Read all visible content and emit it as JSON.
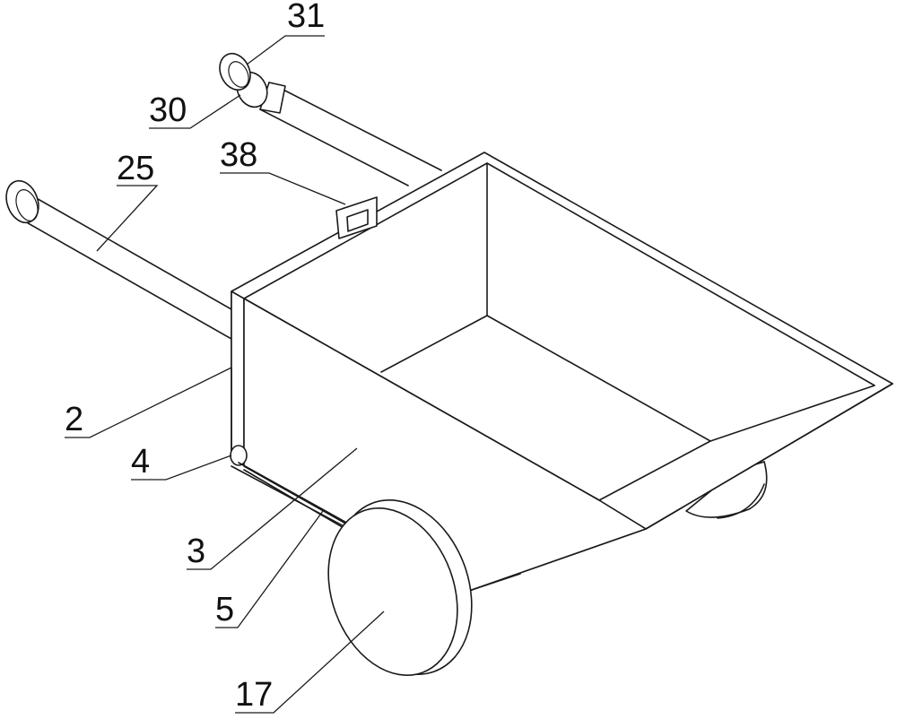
{
  "figure": {
    "labels": {
      "l31": "31",
      "l30": "30",
      "l38": "38",
      "l25": "25",
      "l2": "2",
      "l4": "4",
      "l3": "3",
      "l5": "5",
      "l17": "17"
    }
  }
}
